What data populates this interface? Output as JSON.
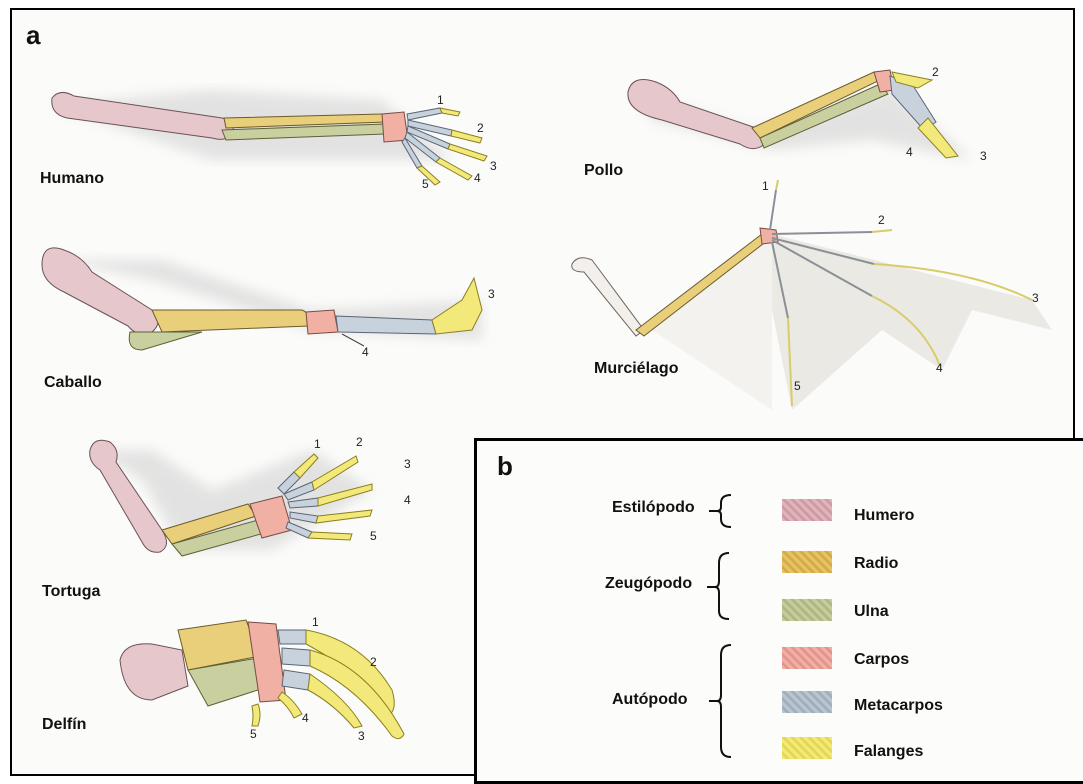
{
  "panel_a": {
    "letter": "a",
    "animals": {
      "humano": "Humano",
      "caballo": "Caballo",
      "tortuga": "Tortuga",
      "delfin": "Delfín",
      "pollo": "Pollo",
      "murcielago": "Murciélago"
    },
    "digit_numbers": [
      "1",
      "2",
      "3",
      "4",
      "5"
    ]
  },
  "panel_b": {
    "letter": "b",
    "regions": [
      {
        "label": "Estilópodo"
      },
      {
        "label": "Zeugópodo"
      },
      {
        "label": "Autópodo"
      }
    ],
    "legend": [
      {
        "label": "Humero",
        "color": "#d9a3ad"
      },
      {
        "label": "Radio",
        "color": "#e0b547"
      },
      {
        "label": "Ulna",
        "color": "#b9c188"
      },
      {
        "label": "Carpos",
        "color": "#ee9e92"
      },
      {
        "label": "Metacarpos",
        "color": "#aab8c6"
      },
      {
        "label": "Falanges",
        "color": "#efe45a"
      }
    ]
  }
}
